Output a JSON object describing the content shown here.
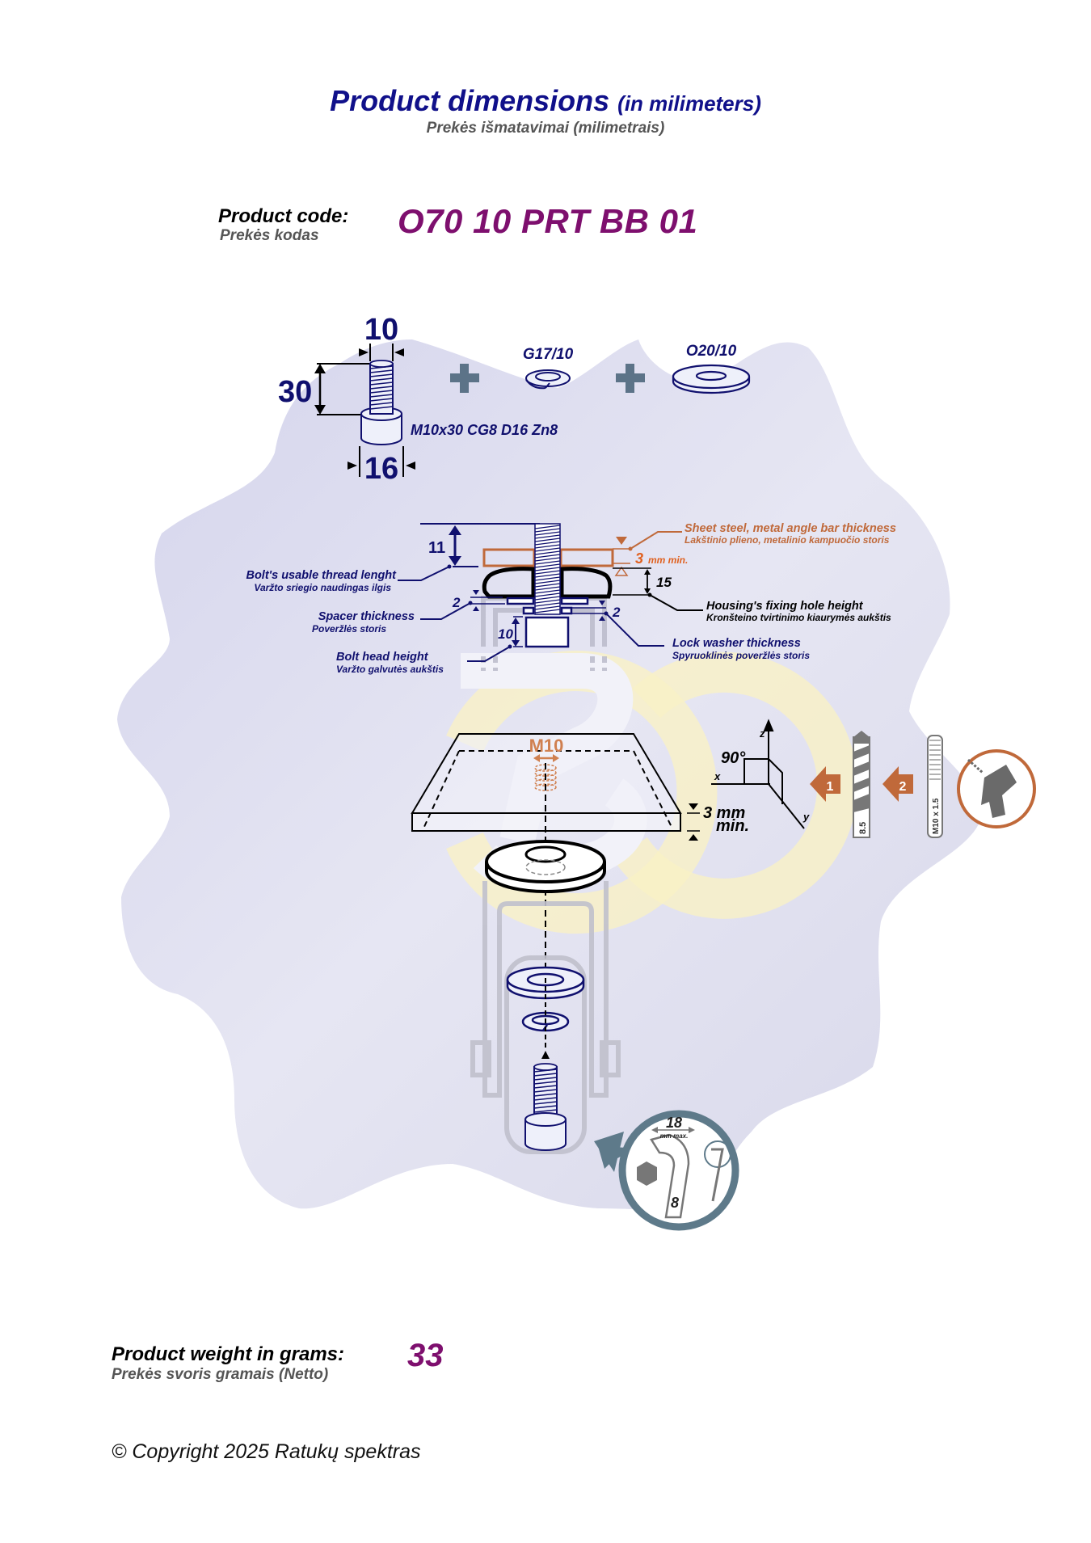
{
  "header": {
    "title": "Product dimensions",
    "title_unit": "(in milimeters)",
    "subtitle": "Prekės išmatavimai (milimetrais)"
  },
  "product_code": {
    "label": "Product code:",
    "label_lt": "Prekės kodas",
    "value": "O70 10 PRT BB 01"
  },
  "parts": {
    "bolt": {
      "width": "10",
      "length": "30",
      "head_diameter": "16",
      "spec": "M10x30 CG8 D16 Zn8"
    },
    "lock_washer": {
      "code": "G17/10"
    },
    "flat_washer": {
      "code": "O20/10"
    }
  },
  "cross_section": {
    "thread_length_value": "11",
    "thread_length_label": "Bolt's usable thread lenght",
    "thread_length_label_lt": "Varžto sriegio naudingas ilgis",
    "sheet_label": "Sheet steel, metal angle bar thickness",
    "sheet_label_lt": "Lakštinio plieno, metalinio kampuočio storis",
    "sheet_value": "3",
    "sheet_unit": "mm min.",
    "housing_value": "15",
    "housing_label": "Housing's fixing hole height",
    "housing_label_lt": "Kronšteino tvirtinimo kiaurymės aukštis",
    "spacer_value": "2",
    "spacer_label": "Spacer thickness",
    "spacer_label_lt": "Poveržlės storis",
    "lock_value": "2",
    "lock_label": "Lock washer thickness",
    "lock_label_lt": "Spyruoklinės poveržlės storis",
    "head_value": "10",
    "head_label": "Bolt head height",
    "head_label_lt": "Varžto galvutės aukštis"
  },
  "mounting": {
    "thread": "M10",
    "plate_thickness": "3 mm",
    "plate_thickness_min": "min.",
    "angle": "90°",
    "axis_x": "x",
    "axis_y": "y",
    "axis_z": "z",
    "step1": "1",
    "step2": "2",
    "drill_size": "8.5",
    "tap_size": "M10 x 1.5"
  },
  "hex_key": {
    "max_length": "18",
    "max_unit": "mm max.",
    "size": "8"
  },
  "weight": {
    "label": "Product weight in grams:",
    "label_lt": "Prekės svoris gramais (Netto)",
    "value": "33"
  },
  "footer": {
    "copyright": "© Copyright 2025 Ratukų spektras"
  },
  "colors": {
    "navy": "#10106e",
    "accent": "#7e0f6e",
    "orange": "#c0693a",
    "bg_shape": "#dcdcee",
    "slate": "#5e7a8a"
  }
}
